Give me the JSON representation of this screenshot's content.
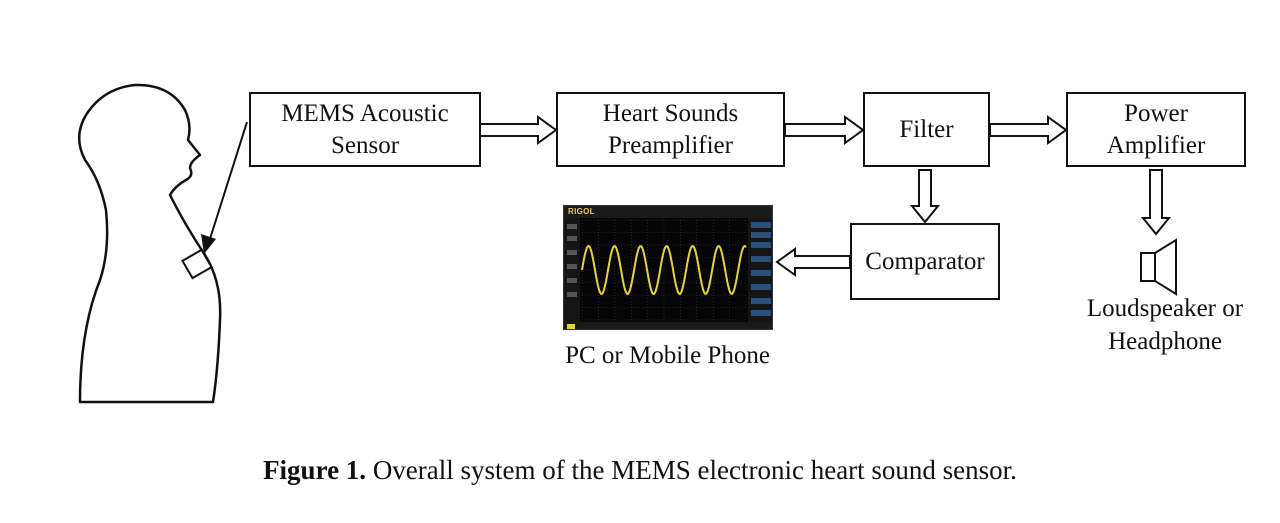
{
  "blocks": {
    "mems_sensor": [
      "MEMS Acoustic",
      "Sensor"
    ],
    "preamplifier": [
      "Heart Sounds",
      "Preamplifier"
    ],
    "filter": [
      "Filter"
    ],
    "power_amplifier": [
      "Power",
      "Amplifier"
    ],
    "comparator": [
      "Comparator"
    ]
  },
  "outputs": {
    "pc_label": "PC or Mobile Phone",
    "speaker_label": [
      "Loudspeaker or",
      "Headphone"
    ]
  },
  "oscilloscope": {
    "brand": "RIGOL",
    "trace_color": "#e8d23a",
    "grid_color": "#3a3a3a"
  },
  "caption": {
    "prefix": "Figure 1.",
    "text": " Overall system of the MEMS electronic heart sound sensor."
  },
  "icons": [
    "person-silhouette-icon",
    "sensor-chip-icon",
    "oscilloscope-screen-icon",
    "loudspeaker-icon"
  ]
}
